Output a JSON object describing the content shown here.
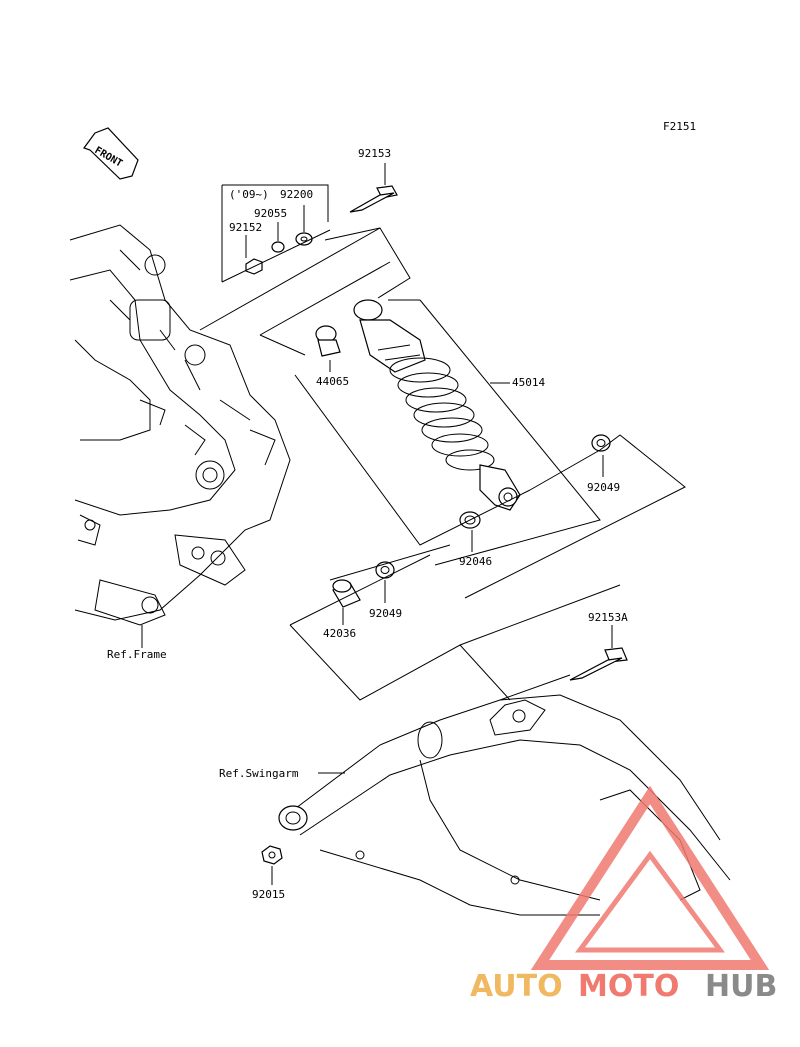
{
  "figure_code": "F2151",
  "front_label": "FRONT",
  "year_note": "('09~)",
  "refs": {
    "frame": "Ref.Frame",
    "swingarm": "Ref.Swingarm"
  },
  "parts": {
    "p92153": "92153",
    "p92200": "92200",
    "p92055": "92055",
    "p92152": "92152",
    "p44065": "44065",
    "p45014": "45014",
    "p92049_upper": "92049",
    "p92046": "92046",
    "p92049_lower": "92049",
    "p42036": "42036",
    "p92153A": "92153A",
    "p92015": "92015"
  },
  "watermark": {
    "part1": "AUTO",
    "part2": "MOTO",
    "part3": "HUB",
    "colors": {
      "part1": "#f0b860",
      "part2": "#f07a70",
      "part3": "#8a8a8a",
      "triangle": "#f07a70"
    }
  }
}
